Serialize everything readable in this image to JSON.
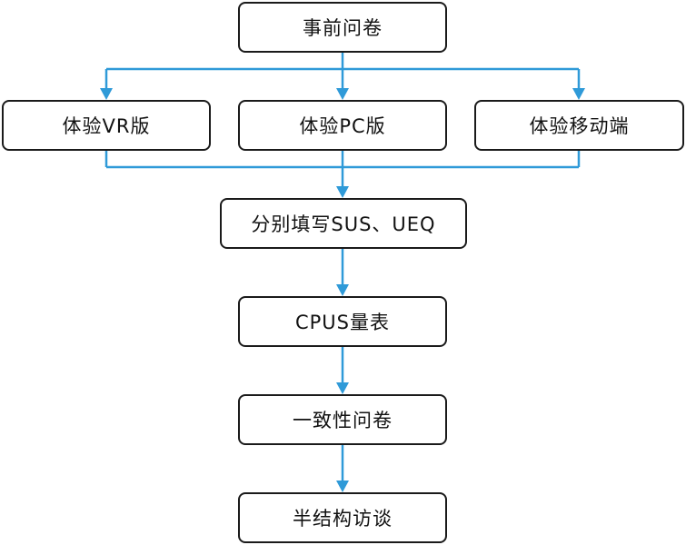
{
  "diagram": {
    "type": "flowchart",
    "nodes": {
      "pre_questionnaire": "事前问卷",
      "vr": "体验VR版",
      "pc": "体验PC版",
      "mobile": "体验移动端",
      "sus_ueq": "分别填写SUS、UEQ",
      "cpus": "CPUS量表",
      "consistency": "一致性问卷",
      "interview": "半结构访谈"
    },
    "edges": [
      [
        "pre_questionnaire",
        "vr"
      ],
      [
        "pre_questionnaire",
        "pc"
      ],
      [
        "pre_questionnaire",
        "mobile"
      ],
      [
        "vr",
        "sus_ueq"
      ],
      [
        "pc",
        "sus_ueq"
      ],
      [
        "mobile",
        "sus_ueq"
      ],
      [
        "sus_ueq",
        "cpus"
      ],
      [
        "cpus",
        "consistency"
      ],
      [
        "consistency",
        "interview"
      ]
    ],
    "colors": {
      "connector": "#2f9ad8",
      "box_border": "#1a1a1a",
      "text": "#111111"
    }
  }
}
